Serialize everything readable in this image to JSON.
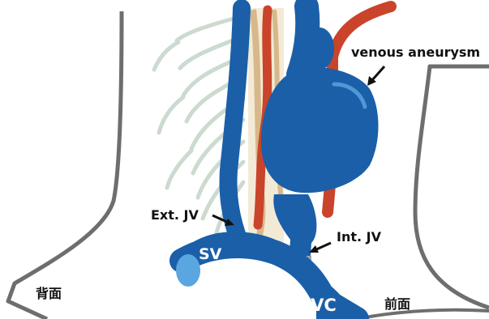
{
  "labels": {
    "venous_aneurysm": "venous aneurysm",
    "ext_jv": "Ext. JV",
    "int_jv": "Int. JV",
    "sv": "SV",
    "svc": "SVC",
    "back": "背面",
    "front": "前面"
  },
  "colors": {
    "vein": "#1a5fa8",
    "vein_highlight": "#5aa6e0",
    "artery": "#c9442a",
    "nerve": "#c9d8cc",
    "outline": "#6b6b6b"
  }
}
